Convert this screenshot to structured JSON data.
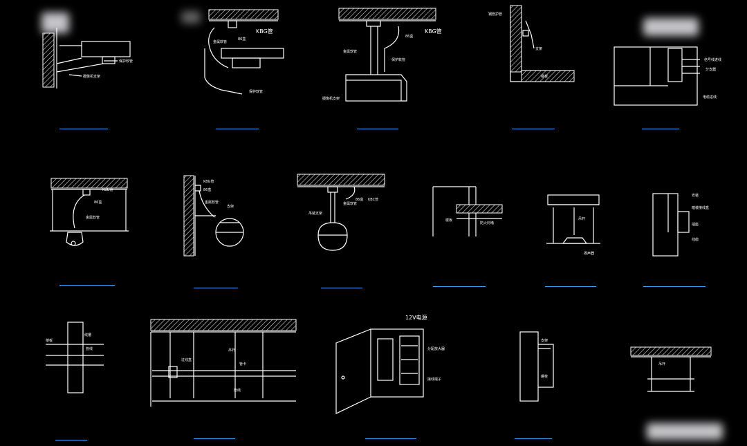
{
  "labels": {
    "kbc": "KBG管",
    "kbc2": "KBC管",
    "box86": "86盒",
    "v12": "12V电源"
  },
  "colors": {
    "background": "#000000",
    "line": "#ffffff",
    "caption": "#3fa6ff"
  }
}
